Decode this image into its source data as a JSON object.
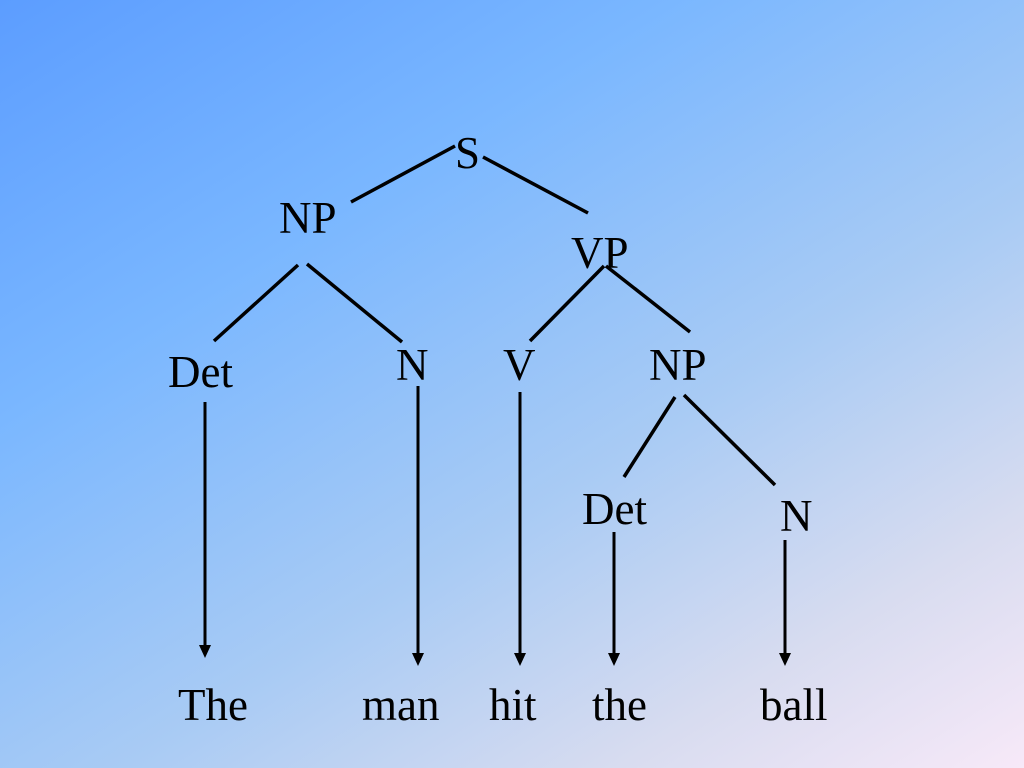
{
  "tree": {
    "nodes": [
      {
        "id": "s",
        "label": "S"
      },
      {
        "id": "np1",
        "label": "NP"
      },
      {
        "id": "vp",
        "label": "VP"
      },
      {
        "id": "det1",
        "label": "Det"
      },
      {
        "id": "n1",
        "label": "N"
      },
      {
        "id": "v",
        "label": "V"
      },
      {
        "id": "np2",
        "label": "NP"
      },
      {
        "id": "det2",
        "label": "Det"
      },
      {
        "id": "n2",
        "label": "N"
      }
    ],
    "edges": [
      {
        "from": "s",
        "to": "np1"
      },
      {
        "from": "s",
        "to": "vp"
      },
      {
        "from": "np1",
        "to": "det1"
      },
      {
        "from": "np1",
        "to": "n1"
      },
      {
        "from": "vp",
        "to": "v"
      },
      {
        "from": "vp",
        "to": "np2"
      },
      {
        "from": "np2",
        "to": "det2"
      },
      {
        "from": "np2",
        "to": "n2"
      }
    ],
    "words": [
      {
        "id": "w1",
        "label": "The",
        "from": "det1"
      },
      {
        "id": "w2",
        "label": "man",
        "from": "n1"
      },
      {
        "id": "w3",
        "label": "hit",
        "from": "v"
      },
      {
        "id": "w4",
        "label": "the",
        "from": "det2"
      },
      {
        "id": "w5",
        "label": "ball",
        "from": "n2"
      }
    ]
  }
}
